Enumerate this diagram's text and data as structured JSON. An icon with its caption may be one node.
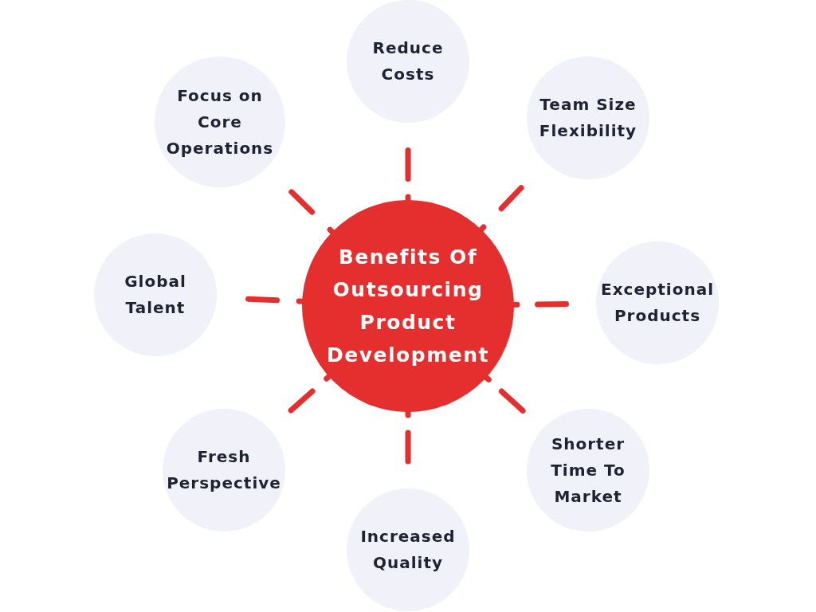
{
  "diagram": {
    "nodes": [
      {
        "text": [
          "Benefits Of Outsourcing Product Development"
        ]
      },
      {
        "text": [
          "Reduce Costs"
        ]
      },
      {
        "text": [
          "Team Size Flexibility"
        ]
      },
      {
        "text": [
          "Exceptional Products"
        ]
      },
      {
        "text": [
          "Shorter Time To Market"
        ]
      },
      {
        "text": [
          "Increased Quality"
        ]
      },
      {
        "text": [
          "Fresh Perspective"
        ]
      },
      {
        "text": [
          "Global Talent"
        ]
      },
      {
        "text": [
          "Focus on Core Operations"
        ]
      }
    ],
    "edges": [
      {
        "from": 0,
        "to": 1,
        "arrow": "none",
        "style": "dashed"
      },
      {
        "from": 0,
        "to": 2,
        "arrow": "none",
        "style": "dashed"
      },
      {
        "from": 0,
        "to": 3,
        "arrow": "none",
        "style": "dashed"
      },
      {
        "from": 0,
        "to": 4,
        "arrow": "none",
        "style": "dashed"
      },
      {
        "from": 0,
        "to": 5,
        "arrow": "none",
        "style": "dashed"
      },
      {
        "from": 0,
        "to": 6,
        "arrow": "none",
        "style": "dashed"
      },
      {
        "from": 0,
        "to": 7,
        "arrow": "none",
        "style": "dashed"
      },
      {
        "from": 0,
        "to": 8,
        "arrow": "none",
        "style": "dashed"
      }
    ]
  }
}
